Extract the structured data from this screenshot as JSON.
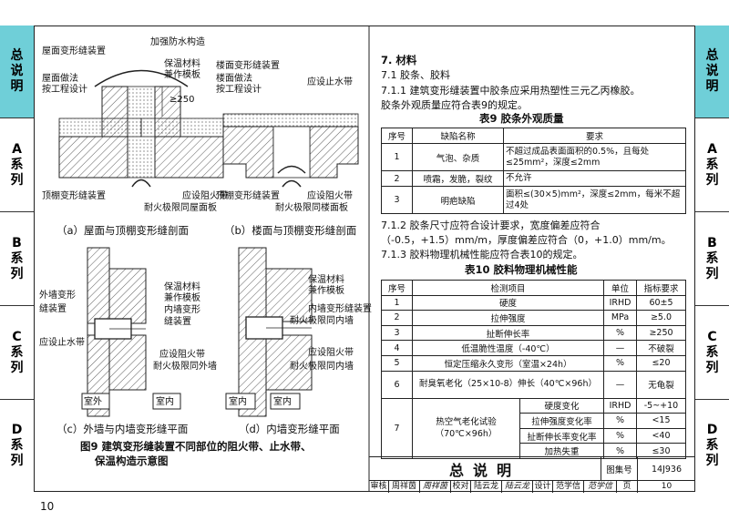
{
  "page_number": "10",
  "side_tabs": [
    "总说明",
    "A系列",
    "B系列",
    "C系列",
    "D系列"
  ],
  "figure": {
    "a": {
      "labels": [
        "屋面变形缝装置",
        "加强防水构造",
        "保温材料",
        "兼作模板",
        "屋面做法",
        "按工程设计",
        "≥250",
        "顶棚变形缝装置",
        "应设阻火带",
        "耐火极限同屋面板"
      ],
      "caption": "（a）屋面与顶棚变形缝剖面"
    },
    "b": {
      "labels": [
        "楼面变形缝装置",
        "楼面做法",
        "按工程设计",
        "应设止水带",
        "顶棚变形缝装置",
        "应设阻火带",
        "耐火极限同楼面板"
      ],
      "caption": "（b）楼面与顶棚变形缝剖面"
    },
    "c": {
      "labels": [
        "外墙变形",
        "缝装置",
        "应设止水带",
        "保温材料",
        "兼作模板",
        "内墙变形",
        "缝装置",
        "应设阻火带",
        "耐火极限同外墙",
        "室外",
        "室内"
      ],
      "caption": "（c）外墙与内墙变形缝平面"
    },
    "d": {
      "labels": [
        "保温材料",
        "兼作模板",
        "内墙变形缝装置",
        "耐火极限同内墙",
        "应设阻火带",
        "耐火极限同内墙",
        "室内",
        "室内"
      ],
      "caption": "（d）内墙变形缝平面"
    },
    "title_line1": "图9  建筑变形缝装置不同部位的阻火带、止水带、",
    "title_line2": "保温构造示意图"
  },
  "text": {
    "h7": "7.  材料",
    "h71": "7.1  胶条、胶料",
    "p711a": "7.1.1  建筑变形缝装置中胶条应采用热塑性三元乙丙橡胶。",
    "p711b": "胶条外观质量应符合表9的规定。",
    "t9_title": "表9  胶条外观质量",
    "p712a": "7.1.2  胶条尺寸应符合设计要求，宽度偏差应符合",
    "p712b": "（-0.5，+1.5）mm/m，厚度偏差应符合（0，+1.0）mm/m。",
    "p713": "7.1.3  胶料物理机械性能应符合表10的规定。",
    "t10_title": "表10  胶料物理机械性能"
  },
  "table9": {
    "headers": [
      "序号",
      "缺陷名称",
      "要求"
    ],
    "rows": [
      [
        "1",
        "气泡、杂质",
        "不超过成品表面面积的0.5%，且每处≤25mm²，深度≤2mm"
      ],
      [
        "2",
        "喷霜，发脆，裂纹",
        "不允许"
      ],
      [
        "3",
        "明疤缺陷",
        "面积≤(30×5)mm²，深度≤2mm，每米不超过4处"
      ]
    ]
  },
  "table10": {
    "headers": [
      "序号",
      "检测项目",
      "单位",
      "指标要求"
    ],
    "rows": [
      [
        "1",
        "硬度",
        "IRHD",
        "60±5"
      ],
      [
        "2",
        "拉伸强度",
        "MPa",
        "≥5.0"
      ],
      [
        "3",
        "扯断伸长率",
        "%",
        "≥250"
      ],
      [
        "4",
        "低温脆性温度（-40℃）",
        "—",
        "不破裂"
      ],
      [
        "5",
        "恒定压缩永久变形（室温×24h）",
        "%",
        "≤20"
      ],
      [
        "6",
        "耐臭氧老化（25×10-8）伸长（40℃×96h）",
        "—",
        "无龟裂"
      ]
    ],
    "row7": {
      "no": "7",
      "item": "热空气老化试验（70℃×96h）",
      "subs": [
        [
          "硬度变化",
          "IRHD",
          "-5~+10"
        ],
        [
          "拉伸强度变化率",
          "%",
          "<15"
        ],
        [
          "扯断伸长率变化率",
          "%",
          "<40"
        ],
        [
          "加热失重",
          "%",
          "≤30"
        ]
      ]
    }
  },
  "title_block": {
    "title": "总说明",
    "atlas_label": "图集号",
    "atlas_no": "14J936",
    "row2": [
      "审核",
      "周祥茵",
      "周祥茵",
      "校对",
      "陆云龙",
      "陆云龙",
      "设计",
      "范学信",
      "范学信",
      "页",
      "10"
    ]
  }
}
